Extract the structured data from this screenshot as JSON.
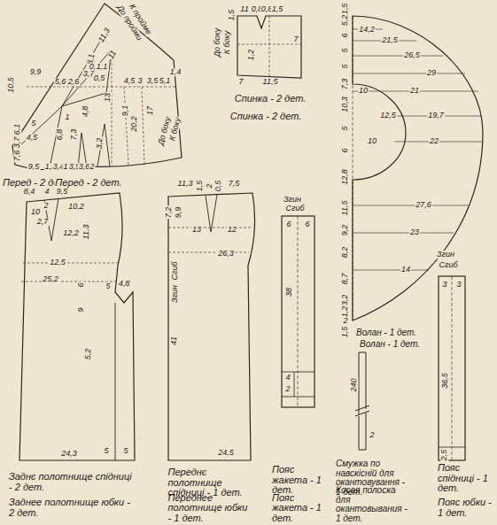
{
  "diagram": {
    "labels": [
      "До пройми",
      "К пройме",
      "9,9",
      "10,5",
      "7,6",
      "3,7",
      "6,1",
      "5",
      "4,5",
      "5,6",
      "2,6",
      "8,1",
      "3,7",
      "0,7",
      "1,1",
      "0,5",
      "11,3",
      "11",
      "13",
      "4,5",
      "3",
      "3,5",
      "5,1",
      "1,4",
      "9,1",
      "20,2",
      "17",
      "4,8",
      "1",
      "6,8",
      "7,3",
      "3,2",
      "9,5",
      "1,2",
      "3,4",
      "1",
      "3,9",
      "3,6",
      "2",
      "До боку",
      "К боку",
      "Перед - 2 дет.",
      "Перед - 2 дет.",
      "1,5",
      "11",
      "0,8",
      "0,8",
      "1,5",
      "7",
      "1,2",
      "7",
      "11,5",
      "До боку",
      "К боку",
      "Спинка - 2 дет.",
      "Спинка - 2 дет.",
      "1,5",
      "5,2",
      "6",
      "5",
      "5",
      "7,3",
      "10,3",
      "5",
      "6",
      "12,8",
      "11,5",
      "9,2",
      "8,2",
      "8,7",
      "3,2",
      "1,2",
      "2",
      "1,5",
      "14,2",
      "21,5",
      "26,5",
      "29",
      "10",
      "21",
      "12,5",
      "19,7",
      "10",
      "22",
      "27,6",
      "23",
      "14",
      "Волан - 1 дет.",
      "Волан - 1 дет.",
      "8,4",
      "4",
      "9,5",
      "2",
      "10,2",
      "10",
      "2,7",
      "11,3",
      "12,2",
      "12,5",
      "25,2",
      "6",
      "9",
      "5",
      "4,8",
      "5,2",
      "24,3",
      "5",
      "5",
      "Заднє полотнище спідниці - 2 дет.",
      "Заднее полотнище юбки - 2 дет.",
      "11,3",
      "1,5",
      "2",
      "0,5",
      "7,5",
      "7,2",
      "9,9",
      "13",
      "12",
      "26,3",
      "Згин",
      "Сгиб",
      "41",
      "24,5",
      "Переднє полотнище спідниці - 1 дет.",
      "Переднее полотнище юбки - 1 дет.",
      "Згин",
      "Сгиб",
      "6",
      "6",
      "38",
      "4",
      "2",
      "Пояс жакета - 1 дет.",
      "Пояс жакета - 1 дет.",
      "240",
      "2",
      "Смужка по навскісній для окантовування - 1 дет.",
      "Косая полоска для окантовывания - 1 дет.",
      "Згин",
      "Сгиб",
      "3",
      "3",
      "36,5",
      "2,5",
      "Пояс спідниці - 1 дет.",
      "Пояс юбки - 1 дет."
    ]
  }
}
